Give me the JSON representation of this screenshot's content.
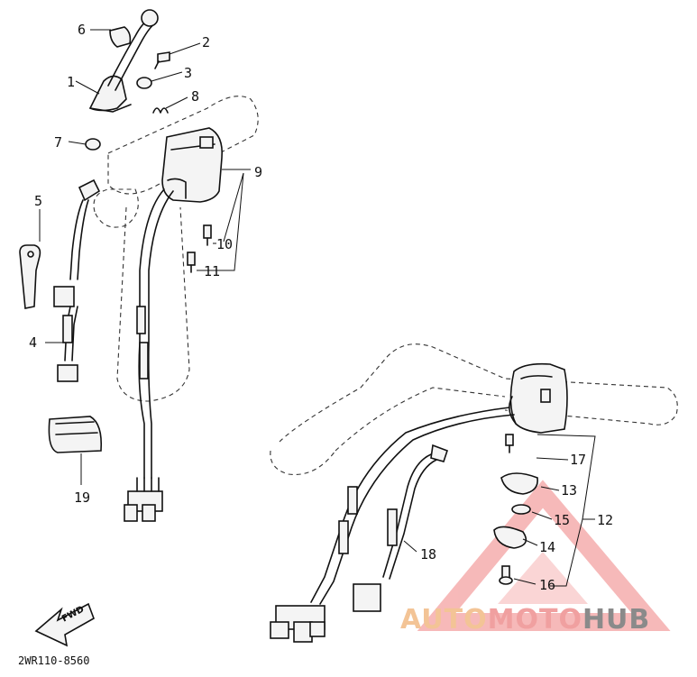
{
  "diagram": {
    "code": "2WR110-8560",
    "direction_label": "FWD",
    "callouts": [
      "1",
      "2",
      "3",
      "4",
      "5",
      "6",
      "7",
      "8",
      "9",
      "10",
      "11",
      "12",
      "13",
      "14",
      "15",
      "16",
      "17",
      "18",
      "19"
    ]
  },
  "watermark": {
    "part1": "AUTO",
    "part2": "MOTO",
    "part3": "HUB",
    "colors": {
      "auto": "#f3c496",
      "moto": "#f0a0a0",
      "hub": "#8a8a8a",
      "triangle": "#f08080"
    }
  }
}
